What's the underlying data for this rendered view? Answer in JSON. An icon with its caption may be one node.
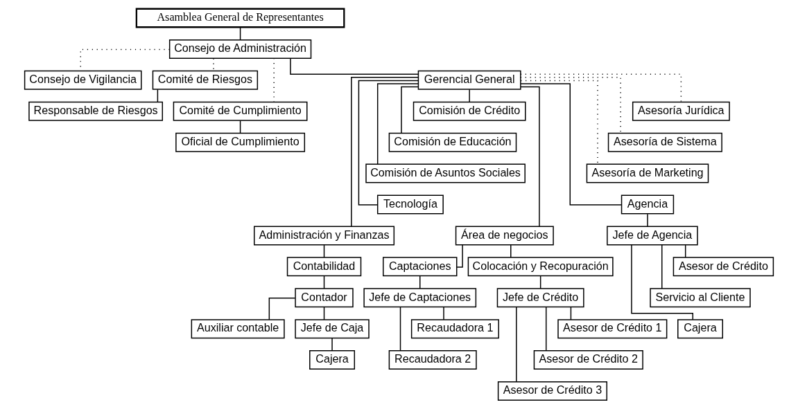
{
  "diagram": {
    "nodes": [
      {
        "text": [
          "Asamblea General de Representantes"
        ]
      },
      {
        "text": [
          "Consejo de Administración"
        ]
      },
      {
        "text": [
          "Consejo de Vigilancia"
        ]
      },
      {
        "text": [
          "Comité de Riesgos"
        ]
      },
      {
        "text": [
          "Responsable de Riesgos"
        ]
      },
      {
        "text": [
          "Comité de Cumplimiento"
        ]
      },
      {
        "text": [
          "Oficial de Cumplimiento"
        ]
      },
      {
        "text": [
          "Gerencial General"
        ]
      },
      {
        "text": [
          "Comisión de Crédito"
        ]
      },
      {
        "text": [
          "Asesoría Jurídica"
        ]
      },
      {
        "text": [
          "Comisión de Educación"
        ]
      },
      {
        "text": [
          "Asesoría de Sistema"
        ]
      },
      {
        "text": [
          "Comisión de Asuntos Sociales"
        ]
      },
      {
        "text": [
          "Asesoría de Marketing"
        ]
      },
      {
        "text": [
          "Tecnología"
        ]
      },
      {
        "text": [
          "Administración y Finanzas"
        ]
      },
      {
        "text": [
          "Área de negocios"
        ]
      },
      {
        "text": [
          "Agencia"
        ]
      },
      {
        "text": [
          "Contabilidad"
        ]
      },
      {
        "text": [
          "Captaciones"
        ]
      },
      {
        "text": [
          "Colocación y Recopuración"
        ]
      },
      {
        "text": [
          "Jefe de Agencia"
        ]
      },
      {
        "text": [
          "Contador"
        ]
      },
      {
        "text": [
          "Jefe de Captaciones"
        ]
      },
      {
        "text": [
          "Jefe de Crédito"
        ]
      },
      {
        "text": [
          "Asesor de Crédito"
        ]
      },
      {
        "text": [
          "Recaudadora 1"
        ]
      },
      {
        "text": [
          "Asesor de Crédito 1"
        ]
      },
      {
        "text": [
          "Servicio al Cliente"
        ]
      },
      {
        "text": [
          "Auxiliar contable"
        ]
      },
      {
        "text": [
          "Jefe de Caja"
        ]
      },
      {
        "text": [
          "Asesor de Crédito 2"
        ]
      },
      {
        "text": [
          "Cajera"
        ]
      },
      {
        "text": [
          "Recaudadora 2"
        ]
      },
      {
        "text": [
          "Asesor de Crédito 3"
        ]
      },
      {
        "text": [
          "Cajera"
        ]
      }
    ],
    "edges": [
      {
        "from": 0,
        "to": 1,
        "arrow": "none"
      },
      {
        "from": 1,
        "to": 2,
        "arrow": "none",
        "style": "dashed"
      },
      {
        "from": 1,
        "to": 3,
        "arrow": "none",
        "style": "dashed"
      },
      {
        "from": 3,
        "to": 4,
        "arrow": "none"
      },
      {
        "from": 1,
        "to": 5,
        "arrow": "none",
        "style": "dashed"
      },
      {
        "from": 5,
        "to": 6,
        "arrow": "none"
      },
      {
        "from": 1,
        "to": 7,
        "arrow": "none"
      },
      {
        "from": 7,
        "to": 8,
        "arrow": "none"
      },
      {
        "from": 7,
        "to": 9,
        "arrow": "none",
        "style": "dashed"
      },
      {
        "from": 7,
        "to": 10,
        "arrow": "none"
      },
      {
        "from": 7,
        "to": 11,
        "arrow": "none",
        "style": "dashed"
      },
      {
        "from": 7,
        "to": 12,
        "arrow": "none"
      },
      {
        "from": 7,
        "to": 13,
        "arrow": "none",
        "style": "dashed"
      },
      {
        "from": 7,
        "to": 14,
        "arrow": "none"
      },
      {
        "from": 7,
        "to": 15,
        "arrow": "none"
      },
      {
        "from": 7,
        "to": 16,
        "arrow": "none"
      },
      {
        "from": 7,
        "to": 17,
        "arrow": "none"
      },
      {
        "from": 15,
        "to": 18,
        "arrow": "none"
      },
      {
        "from": 18,
        "to": 22,
        "arrow": "none"
      },
      {
        "from": 22,
        "to": 29,
        "arrow": "none"
      },
      {
        "from": 22,
        "to": 30,
        "arrow": "none"
      },
      {
        "from": 30,
        "to": 35,
        "arrow": "none"
      },
      {
        "from": 16,
        "to": 19,
        "arrow": "none"
      },
      {
        "from": 16,
        "to": 20,
        "arrow": "none"
      },
      {
        "from": 19,
        "to": 23,
        "arrow": "none"
      },
      {
        "from": 23,
        "to": 26,
        "arrow": "none"
      },
      {
        "from": 23,
        "to": 33,
        "arrow": "none"
      },
      {
        "from": 20,
        "to": 24,
        "arrow": "none"
      },
      {
        "from": 24,
        "to": 27,
        "arrow": "none"
      },
      {
        "from": 24,
        "to": 31,
        "arrow": "none"
      },
      {
        "from": 24,
        "to": 34,
        "arrow": "none"
      },
      {
        "from": 17,
        "to": 21,
        "arrow": "none"
      },
      {
        "from": 21,
        "to": 25,
        "arrow": "none"
      },
      {
        "from": 21,
        "to": 28,
        "arrow": "none"
      },
      {
        "from": 21,
        "to": 32,
        "arrow": "none"
      }
    ]
  }
}
